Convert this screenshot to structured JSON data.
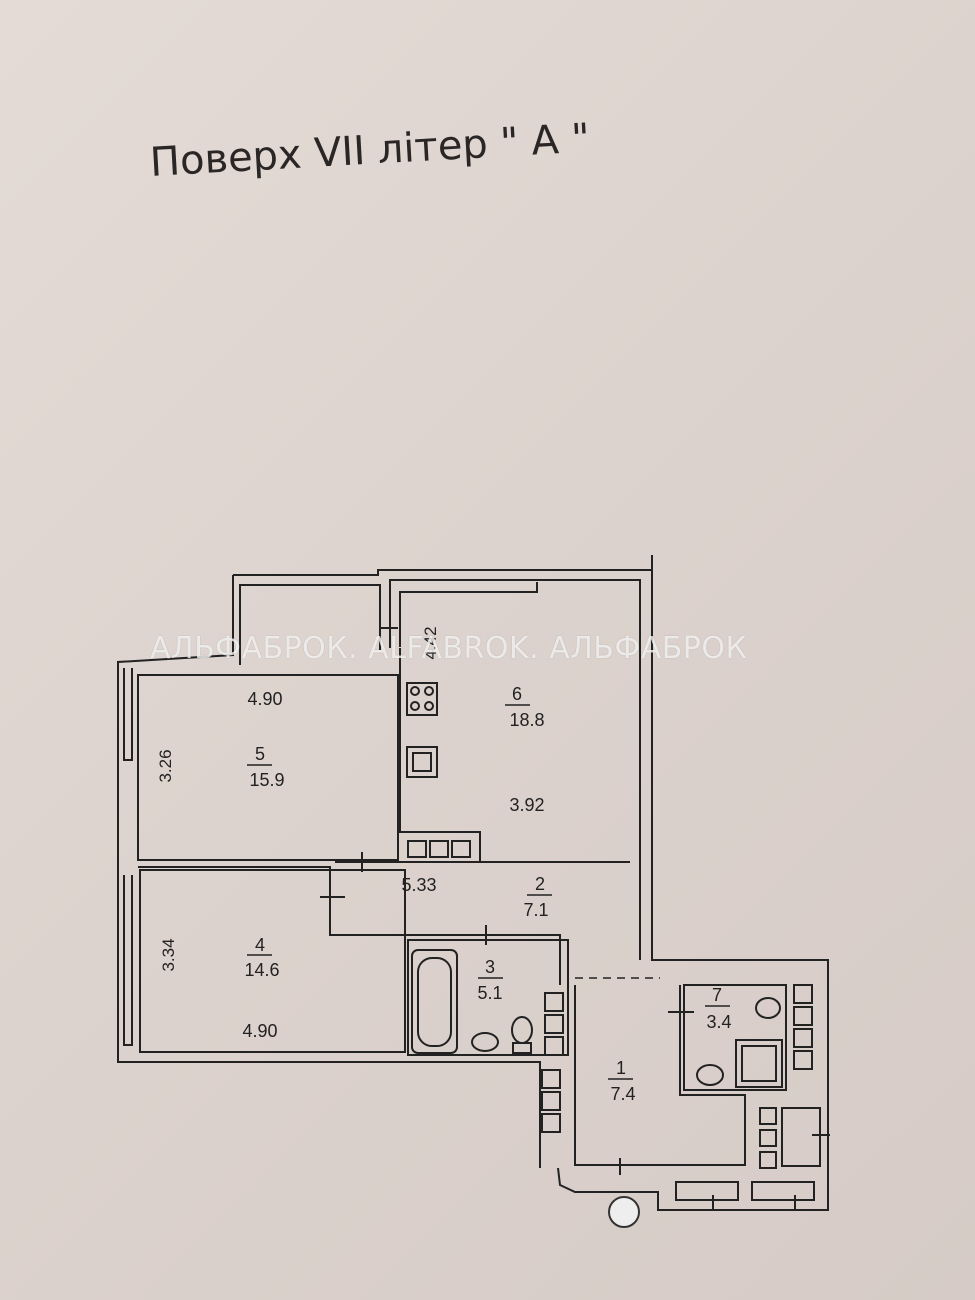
{
  "title": "Поверх  VII  літер \" А \"",
  "watermark": "АЛЬФАБРОК. ALFABROK. АЛЬФАБРОК",
  "rooms": [
    {
      "number": "1",
      "area": "7.4"
    },
    {
      "number": "2",
      "area": "7.1"
    },
    {
      "number": "3",
      "area": "5.1"
    },
    {
      "number": "4",
      "area": "14.6"
    },
    {
      "number": "5",
      "area": "15.9"
    },
    {
      "number": "6",
      "area": "18.8"
    },
    {
      "number": "7",
      "area": "3.4"
    }
  ],
  "dimensions": {
    "room5_width": "4.90",
    "room5_depth": "3.26",
    "room4_width": "4.90",
    "room4_depth": "3.34",
    "corridor_length": "5.33",
    "kitchen_depth": "3.92",
    "kitchen_width": "4.42"
  },
  "colors": {
    "background": "#ddd3ce",
    "lines": "#222222",
    "watermark": "#ffffff"
  }
}
